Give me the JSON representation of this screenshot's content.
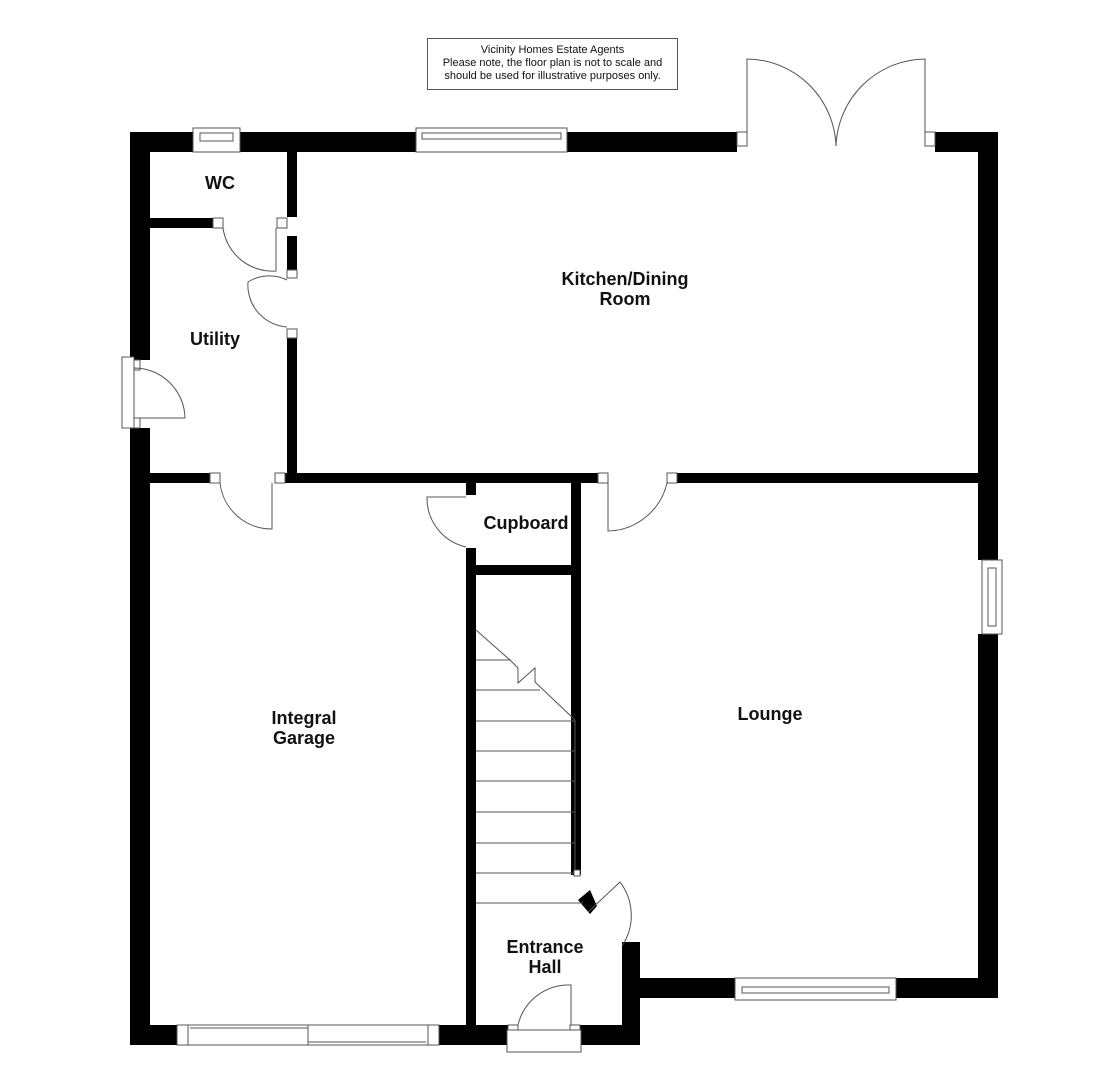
{
  "disclaimer": {
    "line1": "Vicinity Homes Estate Agents",
    "line2": "Please note, the floor plan is not to scale and",
    "line3": "should be used for illustrative purposes only."
  },
  "rooms": {
    "wc": {
      "line1": "WC"
    },
    "utility": {
      "line1": "Utility"
    },
    "kitchen": {
      "line1": "Kitchen/Dining",
      "line2": "Room"
    },
    "cupboard": {
      "line1": "Cupboard"
    },
    "garage": {
      "line1": "Integral",
      "line2": "Garage"
    },
    "lounge": {
      "line1": "Lounge"
    },
    "hall": {
      "line1": "Entrance",
      "line2": "Hall"
    }
  },
  "colors": {
    "wall": "#000000",
    "line": "#555555",
    "background": "#ffffff"
  }
}
